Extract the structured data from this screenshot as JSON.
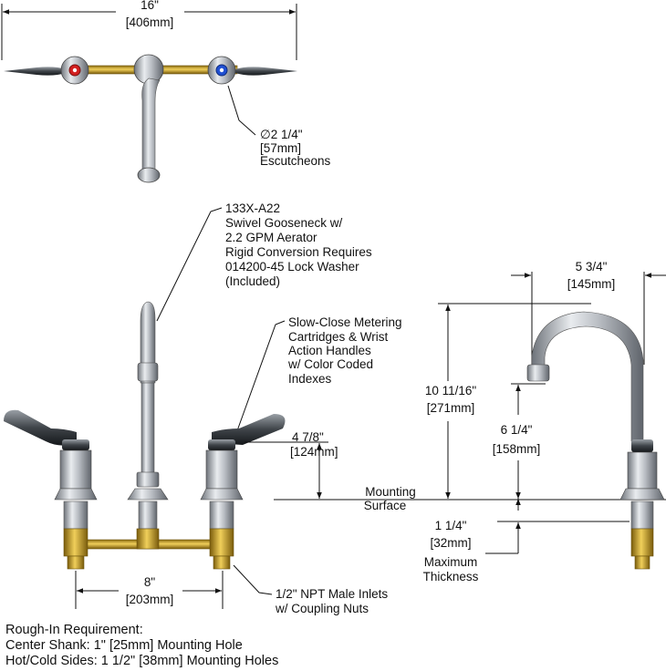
{
  "top_view": {
    "overall_width_in": "16\"",
    "overall_width_mm": "[406mm]",
    "escutcheon_diameter_in": "∅2 1/4\"",
    "escutcheon_diameter_mm": "[57mm]",
    "escutcheon_label": "Escutcheons"
  },
  "front_view": {
    "gooseneck_callout": [
      "133X-A22",
      "Swivel Gooseneck w/",
      "2.2 GPM Aerator",
      "Rigid Conversion Requires",
      "014200-45 Lock Washer",
      "(Included)"
    ],
    "cartridge_callout": [
      "Slow-Close Metering",
      "Cartridges & Wrist",
      "Action Handles",
      "w/ Color Coded",
      "Indexes"
    ],
    "handle_height_in": "4 7/8\"",
    "handle_height_mm": "[124mm]",
    "mounting_surface_label": [
      "Mounting",
      "Surface"
    ],
    "center_spacing_in": "8\"",
    "center_spacing_mm": "[203mm]",
    "inlets_callout": [
      "1/2\" NPT Male Inlets",
      "w/ Coupling Nuts"
    ]
  },
  "side_view": {
    "spout_reach_in": "5 3/4\"",
    "spout_reach_mm": "[145mm]",
    "overall_height_in": "10 11/16\"",
    "overall_height_mm": "[271mm]",
    "spout_clearance_in": "6 1/4\"",
    "spout_clearance_mm": "[158mm]",
    "max_thickness_in": "1 1/4\"",
    "max_thickness_mm": "[32mm]",
    "max_thickness_label": [
      "Maximum",
      "Thickness"
    ]
  },
  "notes": {
    "title": "Rough-In Requirement:",
    "line1": "Center Shank: 1\" [25mm] Mounting Hole",
    "line2": "Hot/Cold Sides: 1 1/2\" [38mm] Mounting Holes"
  },
  "colors": {
    "brass": "#c9a227",
    "chrome": "#b8bcc2",
    "hot_index": "#d21f1f",
    "cold_index": "#1f4fd2"
  }
}
